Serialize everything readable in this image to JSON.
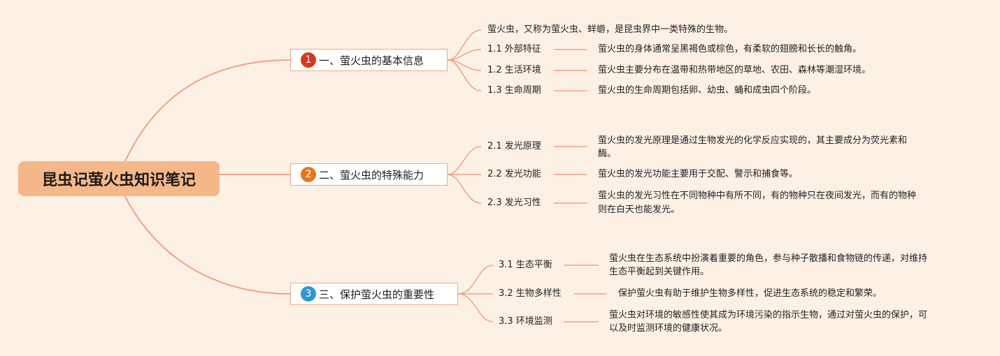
{
  "root": {
    "title": "昆虫记萤火虫知识笔记"
  },
  "branches": [
    {
      "number": "1",
      "title": "一、萤火虫的基本信息",
      "color": "#d9341d",
      "intro": "萤火虫，又称为萤火虫、蛘蝣，是昆虫界中一类特殊的生物。",
      "items": [
        {
          "label": "1.1 外部特征",
          "text": "萤火虫的身体通常呈黑褐色或棕色，有柔软的翅膀和长长的触角。"
        },
        {
          "label": "1.2 生活环境",
          "text": "萤火虫主要分布在温带和热带地区的草地、农田、森林等潮湿环境。"
        },
        {
          "label": "1.3 生命周期",
          "text": "萤火虫的生命周期包括卵、幼虫、蛹和成虫四个阶段。"
        }
      ]
    },
    {
      "number": "2",
      "title": "二、萤火虫的特殊能力",
      "color": "#e5761f",
      "items": [
        {
          "label": "2.1 发光原理",
          "text_lines": [
            "萤火虫的发光原理是通过生物发光的化学反应实现的，其主要成分为荧光素和",
            "酶。"
          ]
        },
        {
          "label": "2.2 发光功能",
          "text": "萤火虫的发光功能主要用于交配、警示和捕食等。"
        },
        {
          "label": "2.3 发光习性",
          "text_lines": [
            "萤火虫的发光习性在不同物种中有所不同，有的物种只在夜间发光，而有的物种",
            "则在白天也能发光。"
          ]
        }
      ]
    },
    {
      "number": "3",
      "title": "三、保护萤火虫的重要性",
      "color": "#2b97d6",
      "items": [
        {
          "label": "3.1 生态平衡",
          "text_lines": [
            "萤火虫在生态系统中扮演着重要的角色，参与种子散播和食物链的传递，对维持",
            "生态平衡起到关键作用。"
          ]
        },
        {
          "label": "3.2 生物多样性",
          "text": "保护萤火虫有助于维护生物多样性，促进生态系统的稳定和繁荣。"
        },
        {
          "label": "3.3 环境监测",
          "text_lines": [
            "萤火虫对环境的敏感性使其成为环境污染的指示生物，通过对萤火虫的保护，可",
            "以及时监测环境的健康状况。"
          ]
        }
      ]
    }
  ],
  "colors": {
    "line": "#f2a184",
    "root_bg": "#f6b889",
    "background": "#fdf1e6"
  }
}
